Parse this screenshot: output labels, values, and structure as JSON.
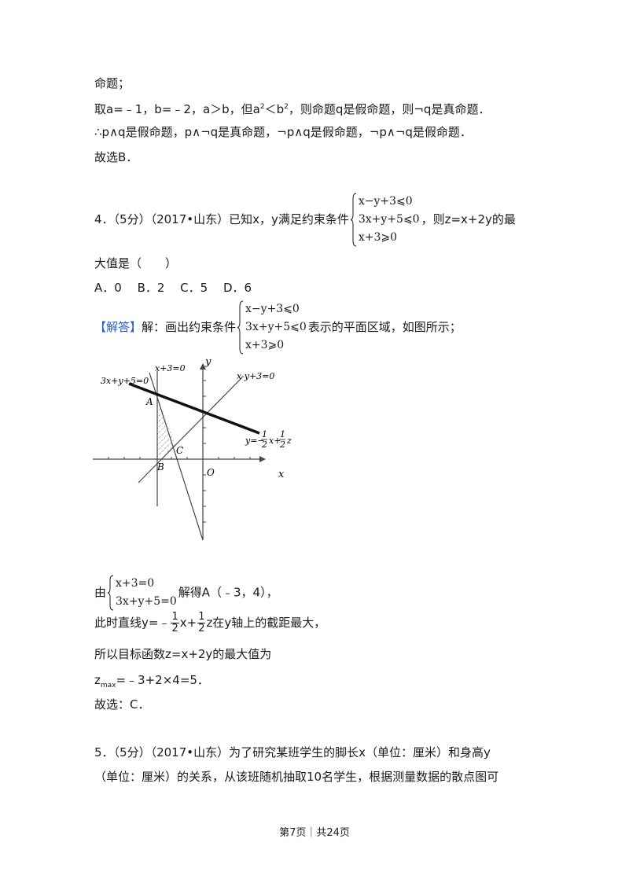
{
  "prev": {
    "l1": "命题；",
    "l2a": "取a=﹣1，b=﹣2，a＞b，但a",
    "l2b": "＜b",
    "l2c": "，则命题q是假命题，则¬q是真命题．",
    "sq": "2",
    "l3": "∴p∧q是假命题，p∧¬q是真命题，¬p∧q是假命题，¬p∧¬q是假命题．",
    "l4": "故选B．"
  },
  "q4": {
    "stem_a": "4．（5分）（2017•山东）已知x，y满足约束条件",
    "stem_b": "，则z=x+2y的最",
    "stem_c": "大值是（　　）",
    "constraints": [
      "x−y+3⩽0",
      "3x+y+5⩽0",
      "x+3⩾0"
    ],
    "options": "A．0　 B．2　 C．5　 D．6",
    "sol_tag": "【解答】",
    "sol_a": "解：画出约束条件",
    "sol_b": "表示的平面区域，如图所示；"
  },
  "graph": {
    "y_axis": "y",
    "x_axis": "x",
    "origin": "O",
    "line1_label": "x+3=0",
    "line2_label": "3x+y+5=0",
    "line3_label": "x-y+3=0",
    "point_a": "A",
    "point_b": "B",
    "point_c": "C",
    "obj_y": "y=−",
    "obj_num1": "1",
    "obj_den1": "2",
    "obj_x": "x+",
    "obj_num2": "1",
    "obj_den2": "2",
    "obj_z": "z"
  },
  "sol": {
    "by": "由",
    "sys": [
      "x+3=0",
      "3x+y+5=0"
    ],
    "gotA": "解得A（﹣3，4），",
    "line_a": "此时直线y=﹣",
    "num1": "1",
    "den1": "2",
    "line_b": "x+",
    "num2": "1",
    "den2": "2",
    "line_c": "z在y轴上的截距最大，",
    "target": "所以目标函数z=x+2y的最大值为",
    "zmax_z": "z",
    "zmax_sub": "max",
    "zmax_val": "=﹣3+2×4=5．",
    "choose": "故选：C．"
  },
  "q5": {
    "l1": "5．（5分）（2017•山东）为了研究某班学生的脚长x（单位：厘米）和身高y",
    "l2": "（单位：厘米）的关系，从该班随机抽取10名学生，根据测量数据的散点图可"
  },
  "footer": "第7页｜共24页"
}
